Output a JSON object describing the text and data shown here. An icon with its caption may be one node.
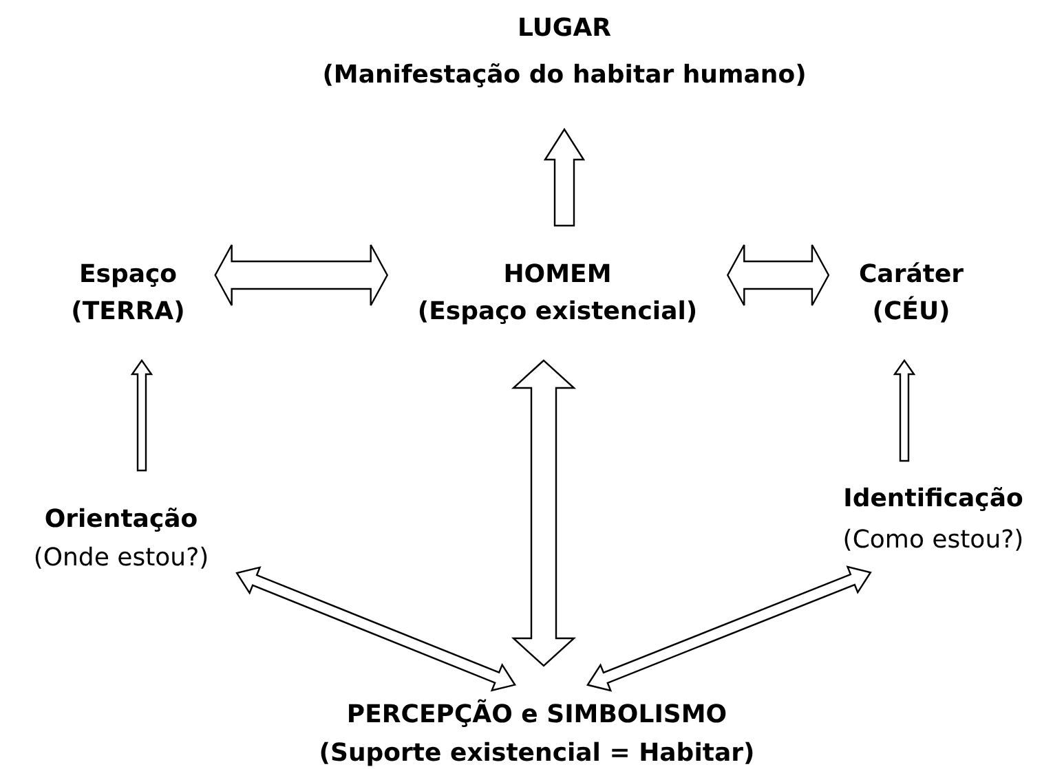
{
  "diagram": {
    "nodes": [
      {
        "text": [
          "LUGAR",
          "(Manifestação do habitar humano)"
        ]
      },
      {
        "text": [
          "Espaço",
          "(TERRA)"
        ]
      },
      {
        "text": [
          "HOMEM",
          "(Espaço existencial)"
        ]
      },
      {
        "text": [
          "Caráter",
          "(CÉU)"
        ]
      },
      {
        "text": [
          "Orientação",
          "(Onde estou?)"
        ]
      },
      {
        "text": [
          "Identificação",
          "(Como estou?)"
        ]
      },
      {
        "text": [
          "PERCEPÇÃO e SIMBOLISMO",
          "(Suporte existencial = Habitar)"
        ]
      }
    ],
    "edges": [
      {
        "from": 2,
        "to": 0,
        "arrow": "to"
      },
      {
        "from": 1,
        "to": 2,
        "arrow": "both"
      },
      {
        "from": 2,
        "to": 3,
        "arrow": "both"
      },
      {
        "from": 4,
        "to": 1,
        "arrow": "to"
      },
      {
        "from": 5,
        "to": 3,
        "arrow": "to"
      },
      {
        "from": 2,
        "to": 6,
        "arrow": "both"
      },
      {
        "from": 4,
        "to": 6,
        "arrow": "both"
      },
      {
        "from": 6,
        "to": 5,
        "arrow": "both"
      }
    ]
  }
}
